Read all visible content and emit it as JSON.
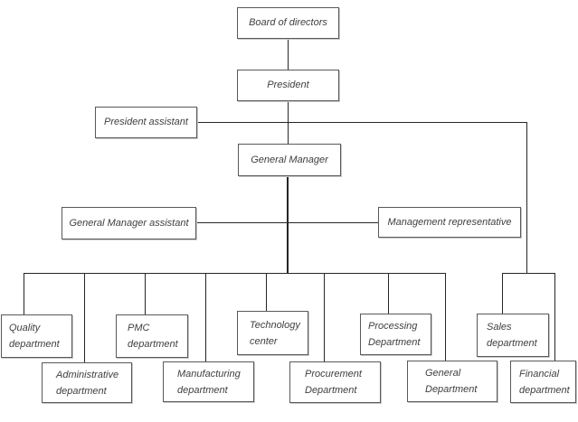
{
  "diagram": {
    "type": "organization-chart",
    "colors": {
      "background": "#ffffff",
      "box_border": "#595959",
      "connector_line": "#262626",
      "text": "#3f3f3f"
    },
    "top_nodes": {
      "board_of_directors": "Board of directors",
      "president": "President",
      "president_assistant": "President assistant",
      "general_manager": "General Manager",
      "general_manager_assistant": "General Manager assistant",
      "management_representative": "Management representative"
    },
    "departments": [
      {
        "id": "quality",
        "lines": [
          "Quality",
          "department"
        ]
      },
      {
        "id": "administrative",
        "lines": [
          "Administrative",
          "department"
        ]
      },
      {
        "id": "pmc",
        "lines": [
          "PMC",
          "department"
        ]
      },
      {
        "id": "manufacturing",
        "lines": [
          "Manufacturing",
          "department"
        ]
      },
      {
        "id": "technology",
        "lines": [
          "Technology",
          "center"
        ]
      },
      {
        "id": "procurement",
        "lines": [
          "Procurement",
          "Department"
        ]
      },
      {
        "id": "processing",
        "lines": [
          "Processing",
          "Department"
        ]
      },
      {
        "id": "general",
        "lines": [
          "General",
          "Department"
        ]
      },
      {
        "id": "sales",
        "lines": [
          "Sales",
          "department"
        ]
      },
      {
        "id": "financial",
        "lines": [
          "Financial",
          "department"
        ]
      }
    ]
  }
}
